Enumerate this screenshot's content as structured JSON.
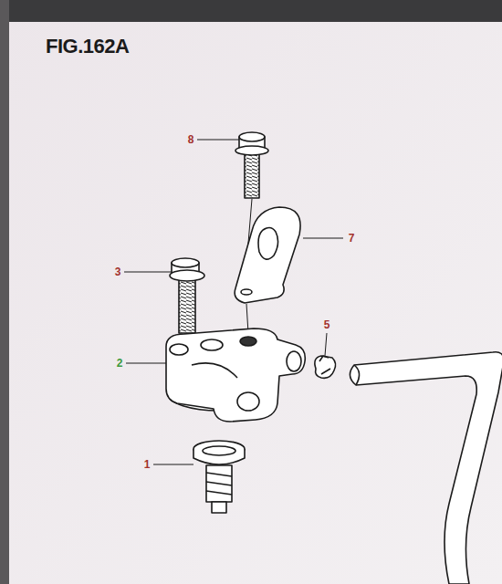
{
  "diagram": {
    "title": "FIG.162A",
    "labels": [
      "8",
      "7",
      "3",
      "5",
      "2",
      "1"
    ]
  }
}
